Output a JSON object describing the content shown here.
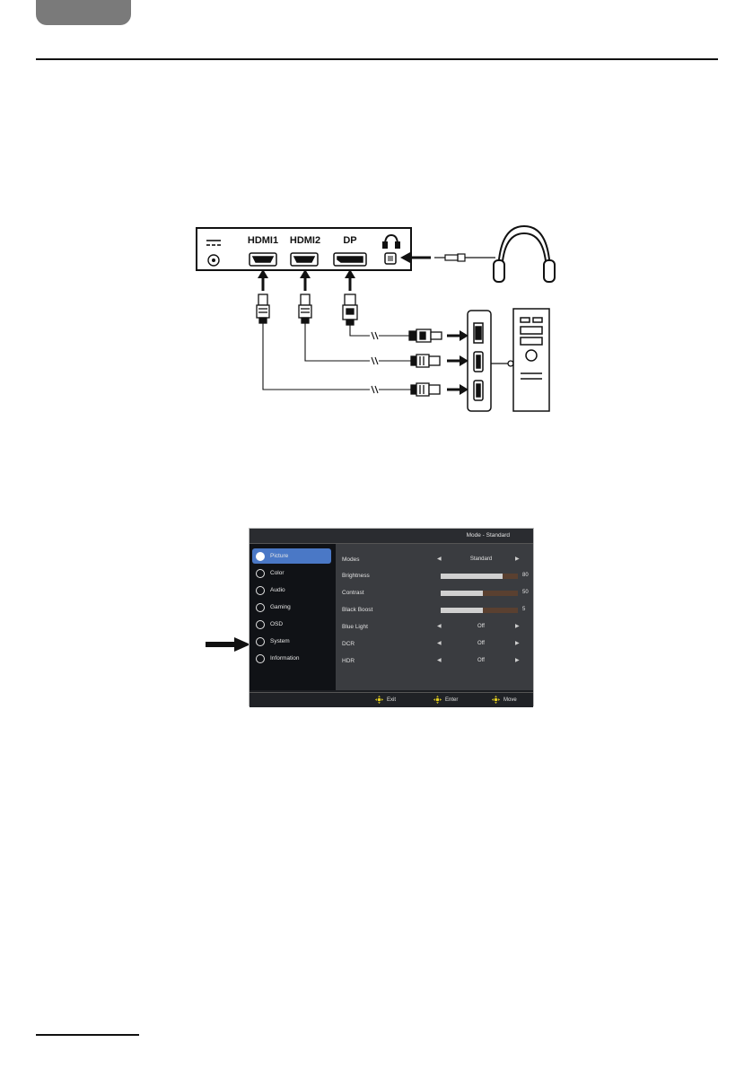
{
  "connection_diagram": {
    "ports": [
      "HDMI1",
      "HDMI2",
      "DP"
    ]
  },
  "osd": {
    "header_mode": "Mode - Standard",
    "menu_items": [
      {
        "label": "Picture",
        "active": true,
        "icon": "picture-icon"
      },
      {
        "label": "Color",
        "active": false,
        "icon": "color-icon"
      },
      {
        "label": "Audio",
        "active": false,
        "icon": "audio-icon"
      },
      {
        "label": "Gaming",
        "active": false,
        "icon": "gaming-icon"
      },
      {
        "label": "OSD",
        "active": false,
        "icon": "osd-icon"
      },
      {
        "label": "System",
        "active": false,
        "icon": "system-icon"
      },
      {
        "label": "Information",
        "active": false,
        "icon": "information-icon"
      }
    ],
    "settings": [
      {
        "label": "Modes",
        "kind": "option",
        "value": "Standard"
      },
      {
        "label": "Brightness",
        "kind": "slider",
        "value": "80"
      },
      {
        "label": "Contrast",
        "kind": "slider",
        "value": "50"
      },
      {
        "label": "Black Boost",
        "kind": "slider",
        "value": "5"
      },
      {
        "label": "Blue Light",
        "kind": "option",
        "value": "Off"
      },
      {
        "label": "DCR",
        "kind": "option",
        "value": "Off"
      },
      {
        "label": "HDR",
        "kind": "option",
        "value": "Off"
      }
    ],
    "footer": {
      "exit": "Exit",
      "enter": "Enter",
      "move": "Move"
    },
    "colors": {
      "active_item": "#4a78c6",
      "joystick_icon": "#e8d21e"
    }
  }
}
